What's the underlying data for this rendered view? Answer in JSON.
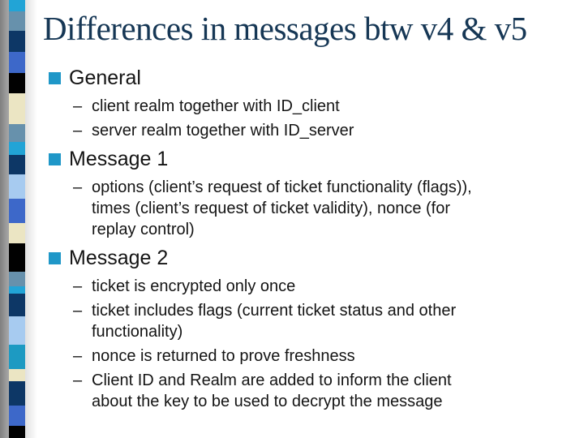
{
  "slide": {
    "title": "Differences in messages btw v4 & v5",
    "title_color": "#163755",
    "bullet_color": "#1f97c8",
    "dash": "–",
    "sections": [
      {
        "heading": "General",
        "bullets": [
          "client realm together with ID_client",
          "server realm together with ID_server"
        ]
      },
      {
        "heading": "Message 1",
        "bullets": [
          "options (client’s request of ticket functionality (flags)),\ntimes (client’s request of ticket validity), nonce (for\nreplay control)"
        ]
      },
      {
        "heading": "Message 2",
        "bullets": [
          "ticket is encrypted only once",
          "ticket includes flags (current ticket status and other\nfunctionality)",
          "nonce is returned to prove freshness",
          "Client ID and Realm are added to inform the client\nabout the key to be used to decrypt the message"
        ]
      }
    ]
  },
  "strip": {
    "segments": [
      {
        "color": "#22a4d6",
        "h": 14
      },
      {
        "color": "#6791ac",
        "h": 24
      },
      {
        "color": "#0d3766",
        "h": 26
      },
      {
        "color": "#3d68c9",
        "h": 26
      },
      {
        "color": "#010101",
        "h": 25
      },
      {
        "color": "#ebe5c3",
        "h": 38
      },
      {
        "color": "#6791ac",
        "h": 22
      },
      {
        "color": "#22a4d6",
        "h": 16
      },
      {
        "color": "#0d3766",
        "h": 24
      },
      {
        "color": "#a7cbf0",
        "h": 30
      },
      {
        "color": "#3d68c9",
        "h": 30
      },
      {
        "color": "#ebe5c3",
        "h": 25
      },
      {
        "color": "#010101",
        "h": 35
      },
      {
        "color": "#6791ac",
        "h": 18
      },
      {
        "color": "#22a4d6",
        "h": 9
      },
      {
        "color": "#0d3766",
        "h": 28
      },
      {
        "color": "#a7cbf0",
        "h": 35
      },
      {
        "color": "#1d9ac2",
        "h": 30
      },
      {
        "color": "#ebe5c3",
        "h": 15
      },
      {
        "color": "#0d3766",
        "h": 30
      },
      {
        "color": "#3d68c9",
        "h": 25
      },
      {
        "color": "#010101",
        "h": 15
      }
    ]
  }
}
